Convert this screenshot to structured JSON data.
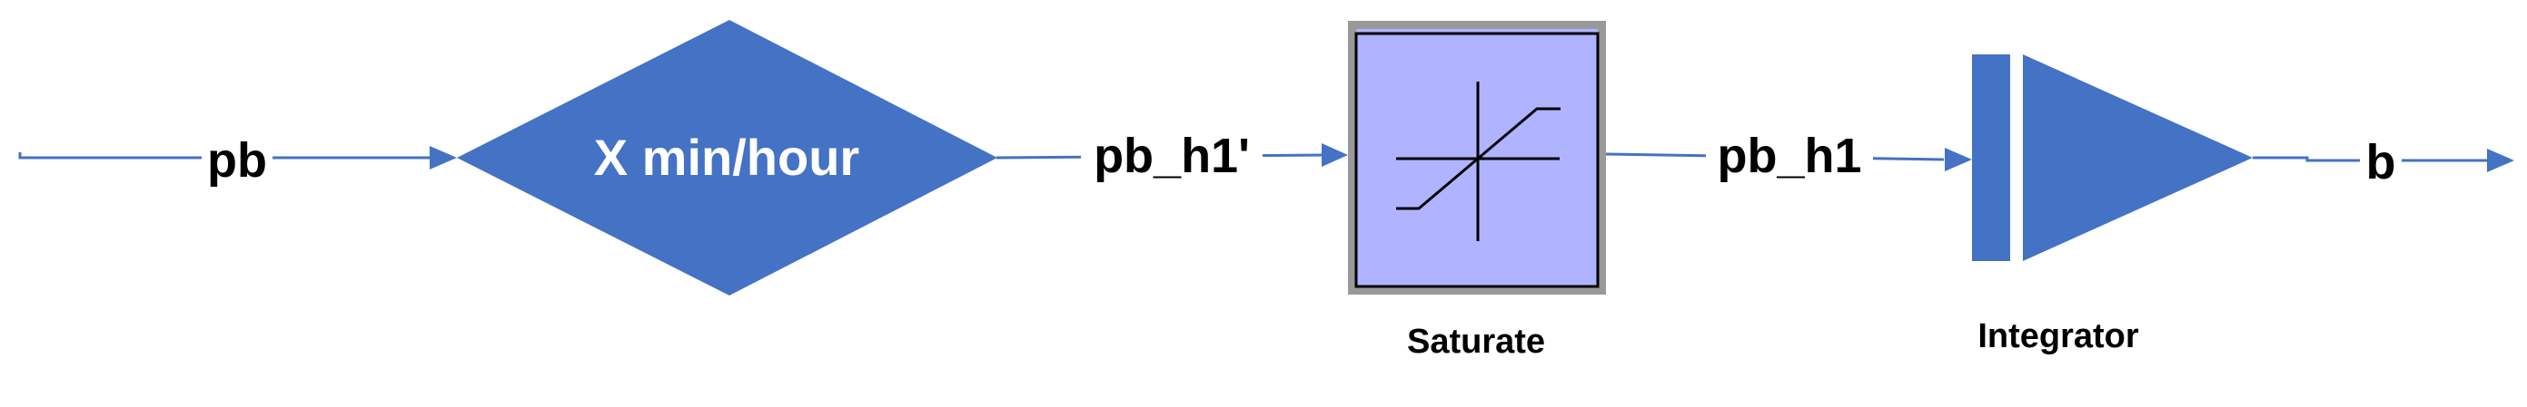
{
  "colors": {
    "block_fill": "#4472C4",
    "wire": "#4472C4",
    "saturate_fill": "#B0B3FF",
    "saturate_border": "#999999",
    "background": "#FFFFFF",
    "label_text": "#000000",
    "gain_text": "#FFFFFF"
  },
  "signals": {
    "input": "pb",
    "after_gain": "pb_h1'",
    "after_saturate": "pb_h1",
    "output": "b"
  },
  "blocks": {
    "gain": {
      "text": "X min/hour",
      "shape": "diamond"
    },
    "saturate": {
      "caption": "Saturate",
      "icon": "saturation-curve-icon"
    },
    "integrator": {
      "caption": "Integrator",
      "icon": "integrator-triangle-icon"
    }
  }
}
